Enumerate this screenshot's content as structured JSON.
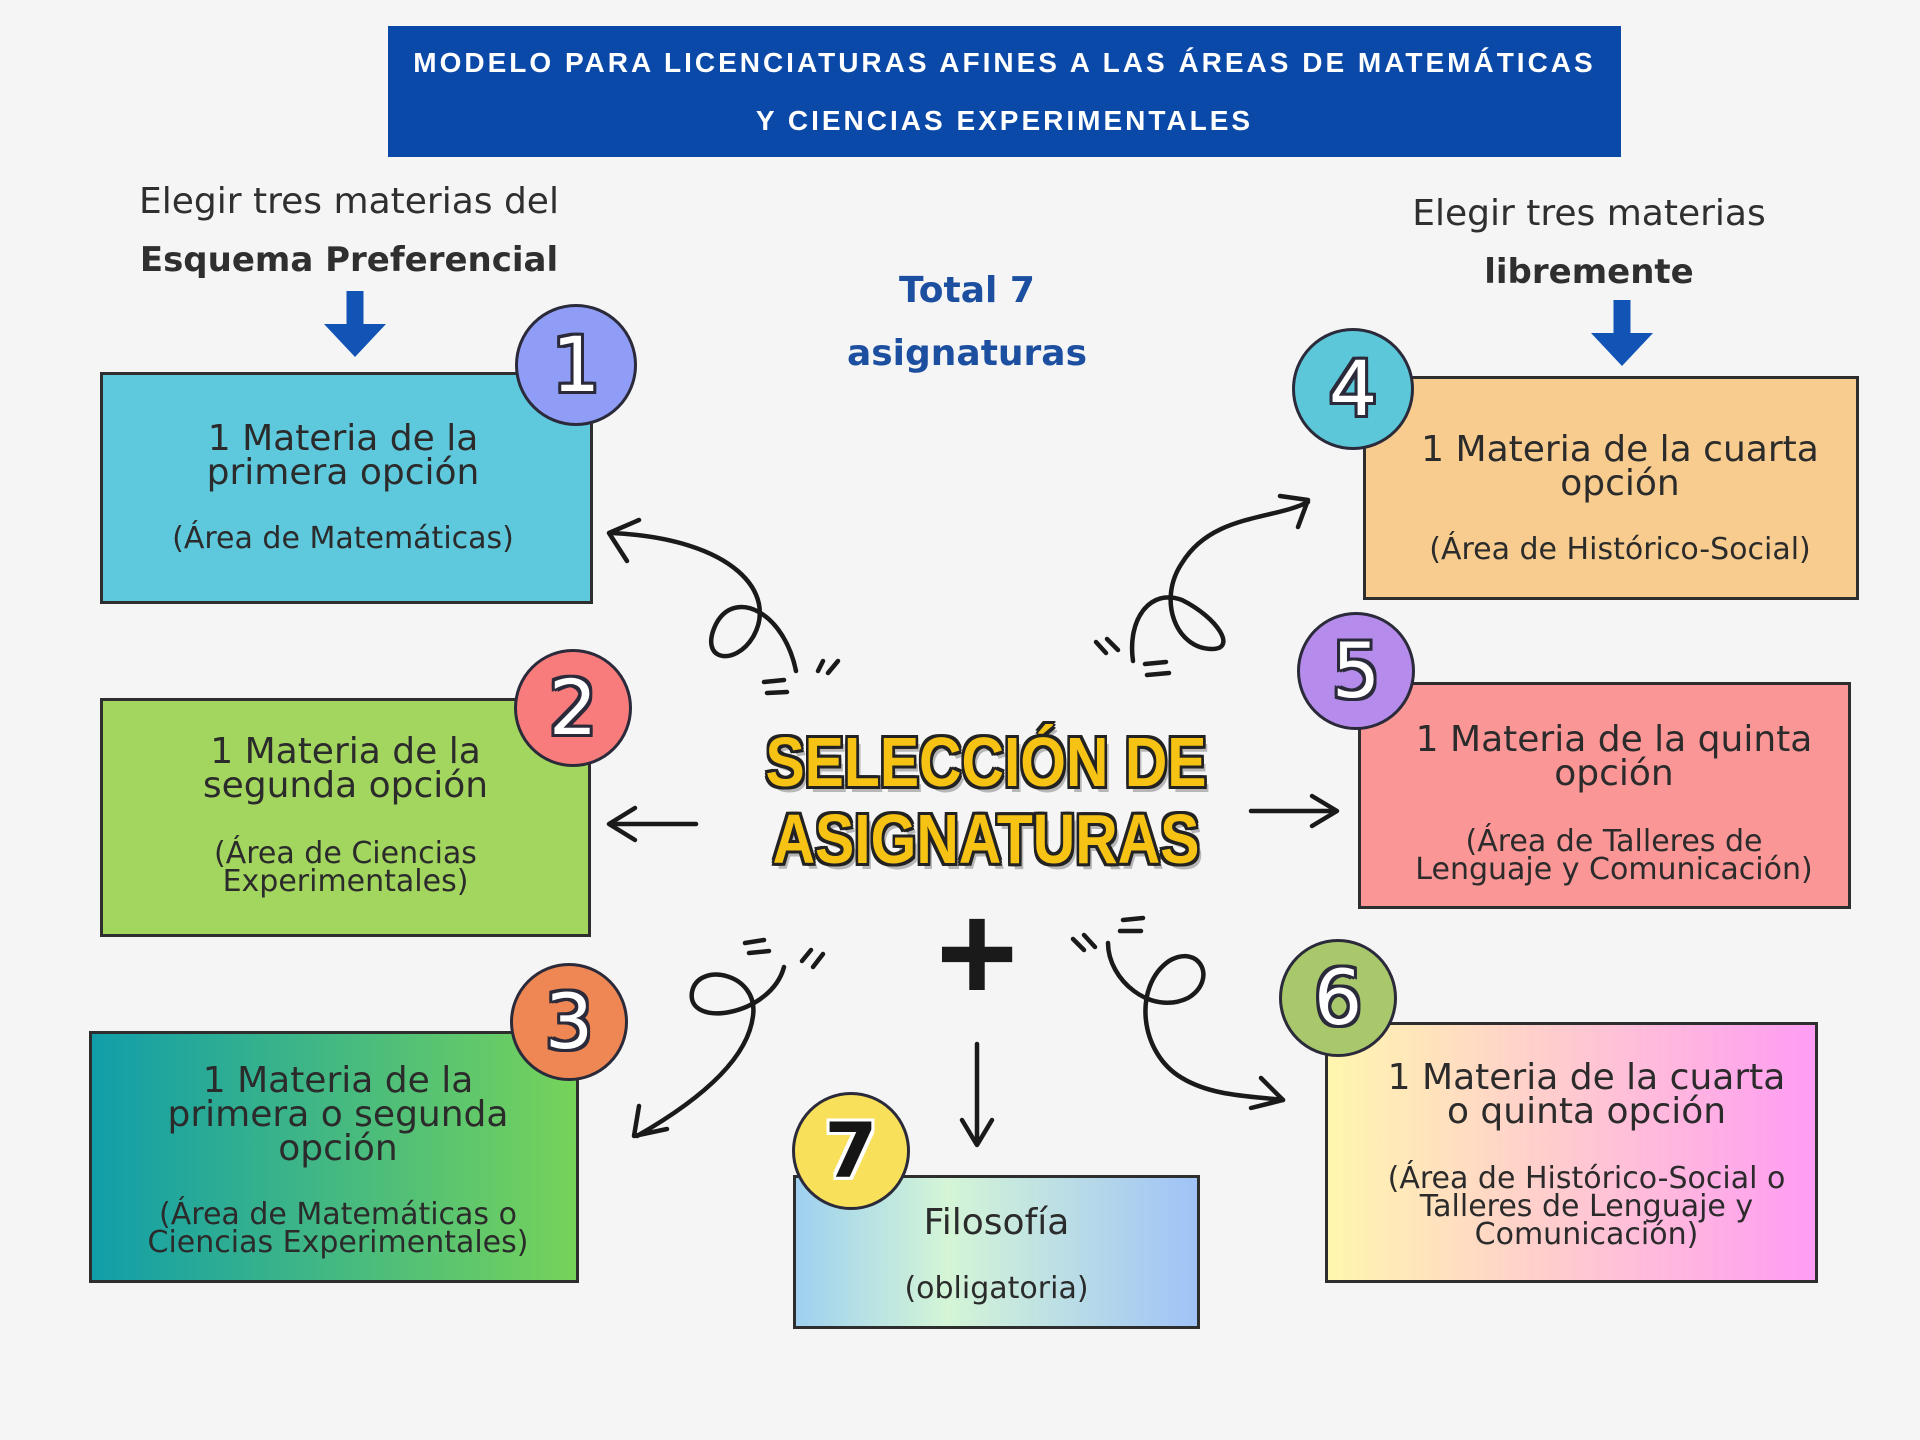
{
  "title": {
    "line1": "MODELO PARA LICENCIATURAS AFINES A LAS ÁREAS DE MATEMÁTICAS",
    "line2": "Y CIENCIAS EXPERIMENTALES"
  },
  "left_note": {
    "line1": "Elegir tres materias del",
    "line2": "Esquema Preferencial",
    "icon": "arrow-down-icon"
  },
  "right_note": {
    "line1": "Elegir tres materias",
    "line2": "libremente",
    "icon": "arrow-down-icon"
  },
  "total": {
    "line1": "Total 7",
    "line2": "asignaturas"
  },
  "center": {
    "line1": "SELECCIÓN DE",
    "line2": "ASIGNATURAS",
    "plus": "+"
  },
  "cards": [
    {
      "number": "1",
      "title": [
        "1 Materia de la",
        "primera opción"
      ],
      "area": [
        "(Área de Matemáticas)"
      ]
    },
    {
      "number": "2",
      "title": [
        "1 Materia de la",
        "segunda opción"
      ],
      "area": [
        "(Área de Ciencias",
        "Experimentales)"
      ]
    },
    {
      "number": "3",
      "title": [
        "1 Materia de la",
        "primera o segunda",
        "opción"
      ],
      "area": [
        "(Área de Matemáticas o",
        "Ciencias Experimentales)"
      ]
    },
    {
      "number": "4",
      "title": [
        "1 Materia de la cuarta",
        "opción"
      ],
      "area": [
        "(Área de Histórico-Social)"
      ]
    },
    {
      "number": "5",
      "title": [
        "1 Materia de la quinta",
        "opción"
      ],
      "area": [
        "(Área de Talleres de",
        "Lenguaje y Comunicación)"
      ]
    },
    {
      "number": "6",
      "title": [
        "1 Materia de la cuarta",
        "o quinta opción"
      ],
      "area": [
        "(Área de Histórico-Social o",
        "Talleres de Lenguaje y",
        "Comunicación)"
      ]
    },
    {
      "number": "7",
      "title": [
        "Filosofía"
      ],
      "area": [
        "(obligatoria)"
      ]
    }
  ],
  "colors": {
    "background": "#F5F5F5",
    "banner": "#0B49A8",
    "accent_blue": "#1D4FA0",
    "arrow_blue": "#1253B6",
    "center_title": "#F6C315",
    "card_1": "#5EC8DC",
    "card_2": "#A3D65F",
    "card_3_start": "#119EA9",
    "card_3_end": "#76D35A",
    "card_4": "#F7CC8E",
    "card_5": "#FA9696",
    "card_6_start": "#FFF6AE",
    "card_6_end": "#FF9CF3",
    "card_7_start": "#9ED0F0",
    "card_7_mid": "#D4F5D6",
    "card_7_end": "#9FC3F7",
    "badge_1": "#8F9DF6",
    "badge_2": "#F97C7C",
    "badge_3": "#EE8753",
    "badge_4": "#5CC7D8",
    "badge_5": "#B58CEB",
    "badge_6": "#A9C86C",
    "badge_7": "#F8E05B"
  }
}
